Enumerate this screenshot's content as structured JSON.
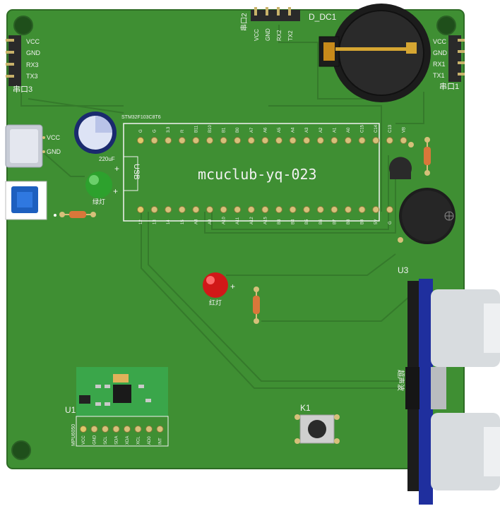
{
  "board": {
    "title": "mcuclub-yq-023",
    "color_board": "#3f8f33",
    "color_silk": "#f2f2f2",
    "color_pad": "#d6c07a"
  },
  "headers": {
    "uart3": {
      "label": "串口3",
      "pins": [
        "VCC",
        "GND",
        "RX3",
        "TX3"
      ]
    },
    "uart2": {
      "label": "串口2",
      "pins": [
        "VCC",
        "GND",
        "RX2",
        "TX2"
      ]
    },
    "uart1": {
      "label": "串口1",
      "pins": [
        "VCC",
        "GND",
        "RX1",
        "TX1"
      ]
    }
  },
  "battery": {
    "label": "D_DC1"
  },
  "usb": {
    "pins": [
      "VCC",
      "GND"
    ]
  },
  "capacitor": {
    "value": "220uF",
    "polarity": "+"
  },
  "leds": {
    "green": {
      "label": "绿灯",
      "polarity": "+"
    },
    "red": {
      "label": "红灯",
      "polarity": "+"
    }
  },
  "mcu": {
    "label": "USB",
    "top_header": "STM32F103C8T6",
    "top_pins": [
      "G",
      "G",
      "3.3",
      "R",
      "B11",
      "B10",
      "B1",
      "B0",
      "A7",
      "A6",
      "A5",
      "A4",
      "A3",
      "A2",
      "A1",
      "A0",
      "C15",
      "C14",
      "C13",
      "VB"
    ],
    "bottom_pins": [
      "12",
      "13",
      "14",
      "15",
      "A8",
      "A9",
      "A10",
      "A11",
      "A12",
      "A15",
      "B3",
      "B4",
      "B5",
      "B6",
      "B7",
      "B8",
      "B9",
      "5V",
      "G",
      "3.3"
    ]
  },
  "ultrasonic": {
    "ref": "U3",
    "label": "超声波"
  },
  "imu": {
    "ref": "U1",
    "part": "MPU6050",
    "pins": [
      "VCC",
      "GND",
      "SCL",
      "SDA",
      "XDA",
      "XCL",
      "AD0",
      "INT"
    ]
  },
  "button": {
    "ref": "K1"
  }
}
